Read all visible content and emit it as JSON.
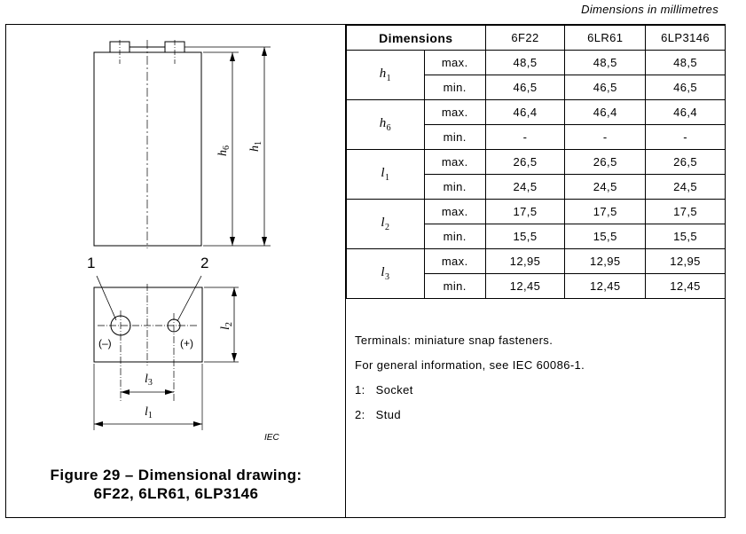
{
  "units_note": "Dimensions in millimetres",
  "figure": {
    "caption_line1": "Figure 29 – Dimensional drawing:",
    "caption_line2": "6F22, 6LR61, 6LP3146",
    "callout_1": "1",
    "callout_2": "2",
    "minus_label": "(–)",
    "plus_label": "(+)",
    "dim_h6": "h",
    "dim_h6_sub": "6",
    "dim_h1": "h",
    "dim_h1_sub": "1",
    "dim_l1": "l",
    "dim_l1_sub": "1",
    "dim_l2": "l",
    "dim_l2_sub": "2",
    "dim_l3": "l",
    "dim_l3_sub": "3",
    "iec_mark": "IEC"
  },
  "table": {
    "header": {
      "dimensions": "Dimensions",
      "col1": "6F22",
      "col2": "6LR61",
      "col3": "6LP3146"
    },
    "rows": [
      {
        "param": "h",
        "sub": "1",
        "max_label": "max.",
        "max": [
          "48,5",
          "48,5",
          "48,5"
        ],
        "min_label": "min.",
        "min": [
          "46,5",
          "46,5",
          "46,5"
        ]
      },
      {
        "param": "h",
        "sub": "6",
        "max_label": "max.",
        "max": [
          "46,4",
          "46,4",
          "46,4"
        ],
        "min_label": "min.",
        "min": [
          "-",
          "-",
          "-"
        ]
      },
      {
        "param": "l",
        "sub": "1",
        "max_label": "max.",
        "max": [
          "26,5",
          "26,5",
          "26,5"
        ],
        "min_label": "min.",
        "min": [
          "24,5",
          "24,5",
          "24,5"
        ]
      },
      {
        "param": "l",
        "sub": "2",
        "max_label": "max.",
        "max": [
          "17,5",
          "17,5",
          "17,5"
        ],
        "min_label": "min.",
        "min": [
          "15,5",
          "15,5",
          "15,5"
        ]
      },
      {
        "param": "l",
        "sub": "3",
        "max_label": "max.",
        "max": [
          "12,95",
          "12,95",
          "12,95"
        ],
        "min_label": "min.",
        "min": [
          "12,45",
          "12,45",
          "12,45"
        ]
      }
    ]
  },
  "notes": [
    "Terminals: miniature snap fasteners.",
    "For general information, see IEC 60086-1.",
    "1:   Socket",
    "2:   Stud"
  ]
}
